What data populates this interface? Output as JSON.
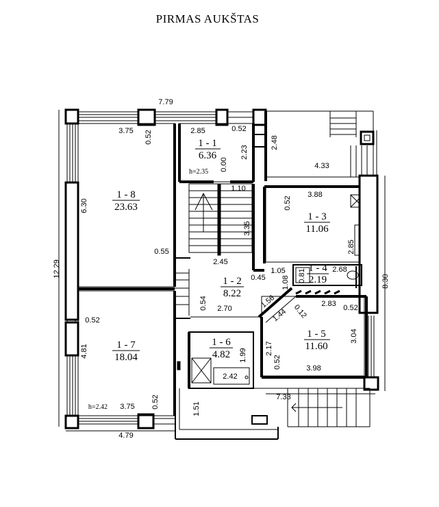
{
  "title": "PIRMAS AUKŠTAS",
  "rooms": [
    {
      "id": "1 - 1",
      "area": "6.36"
    },
    {
      "id": "1 - 2",
      "area": "8.22"
    },
    {
      "id": "1 - 3",
      "area": "11.06"
    },
    {
      "id": "1 - 4",
      "area": "2.19"
    },
    {
      "id": "1 - 5",
      "area": "11.60"
    },
    {
      "id": "1 - 6",
      "area": "4.82"
    },
    {
      "id": "1 - 7",
      "area": "18.04"
    },
    {
      "id": "1 - 8",
      "area": "23.63"
    }
  ],
  "heights": [
    "h=2.35",
    "h=2.42"
  ],
  "dimensions": [
    "7.79",
    "3.75",
    "0.52",
    "2.85",
    "0.52",
    "2.48",
    "2.23",
    "0.00",
    "4.33",
    "1.10",
    "3.88",
    "0.52",
    "6.30",
    "3.35",
    "0.55",
    "2.45",
    "2.85",
    "0.45",
    "1.05",
    "0.81",
    "2.68",
    "1.08",
    "12.29",
    "0.54",
    "2.70",
    "1.56",
    "0.12",
    "1.44",
    "2.83",
    "0.52",
    "8.30",
    "0.52",
    "3.04",
    "4.81",
    "2.17",
    "0.52",
    "1.99",
    "3.98",
    "2.42",
    "7.33",
    "1.51",
    "3.75",
    "0.52",
    "4.79",
    "h=2.42"
  ]
}
